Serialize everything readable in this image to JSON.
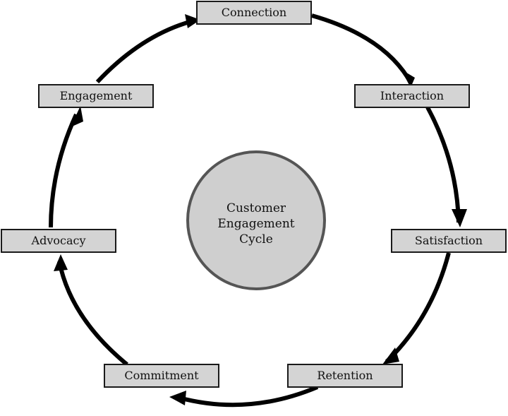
{
  "center": {
    "lines": [
      "Customer",
      "Engagement",
      "Cycle"
    ]
  },
  "stages": [
    "Connection",
    "Interaction",
    "Satisfaction",
    "Retention",
    "Commitment",
    "Advocacy",
    "Engagement"
  ],
  "colors": {
    "box_fill": "#d4d4d4",
    "center_fill": "#cfcfcf",
    "stroke": "#000000"
  }
}
